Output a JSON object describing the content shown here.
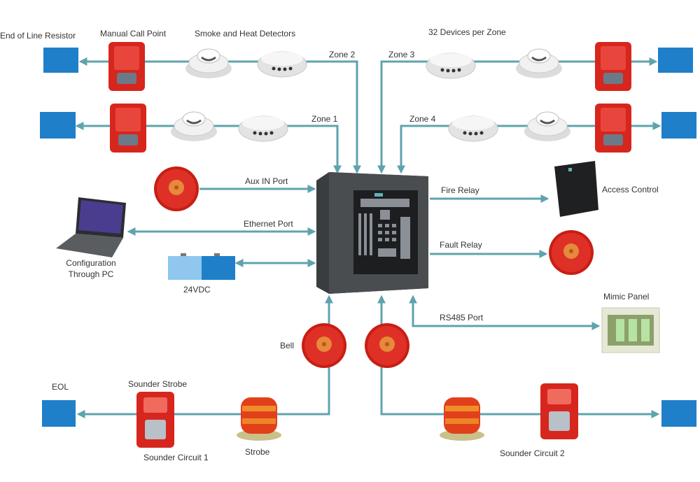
{
  "labels": {
    "eol_resistor": "End of Line Resistor",
    "manual_call_point": "Manual Call Point",
    "smoke_heat": "Smoke and Heat Detectors",
    "devices_per_zone": "32 Devices per Zone",
    "zone1": "Zone 1",
    "zone2": "Zone 2",
    "zone3": "Zone 3",
    "zone4": "Zone 4",
    "aux_in": "Aux IN Port",
    "ethernet": "Ethernet Port",
    "config_pc_1": "Configuration",
    "config_pc_2": "Through PC",
    "dc24": "24VDC",
    "fire_relay": "Fire Relay",
    "access_control": "Access Control",
    "fault_relay": "Fault Relay",
    "rs485": "RS485 Port",
    "mimic_panel": "Mimic Panel",
    "bell": "Bell",
    "eol": "EOL",
    "sounder_strobe": "Sounder Strobe",
    "sounder_circuit1": "Sounder Circuit 1",
    "strobe": "Strobe",
    "sounder_circuit2": "Sounder Circuit 2"
  },
  "colors": {
    "line": "#5fa3ad",
    "eol_box": "#1f7fc9",
    "device_red": "#d7261e",
    "panel": "#3a3d40"
  }
}
